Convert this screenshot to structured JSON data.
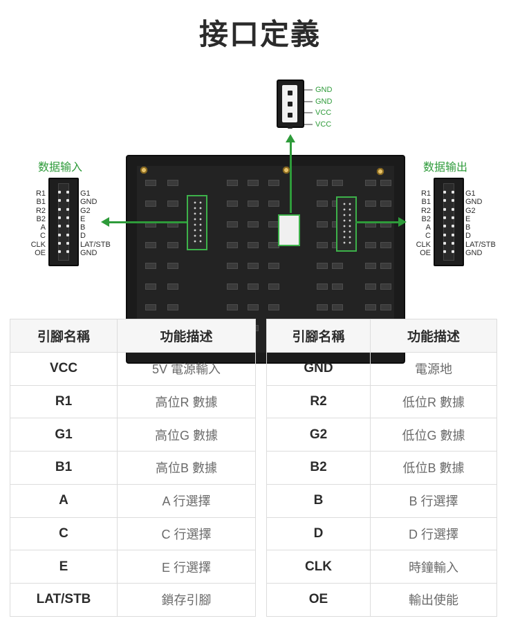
{
  "title": "接口定義",
  "input_label": "数据输入",
  "output_label": "数据输出",
  "power_pins": [
    "GND",
    "GND",
    "VCC",
    "VCC"
  ],
  "hub75_left_labels": [
    "R1",
    "B1",
    "R2",
    "B2",
    "A",
    "C",
    "CLK",
    "OE"
  ],
  "hub75_right_labels": [
    "G1",
    "GND",
    "G2",
    "E",
    "B",
    "D",
    "LAT/STB",
    "GND"
  ],
  "colors": {
    "accent_green": "#2e9b3a",
    "board": "#1b1b1b",
    "table_border": "#dcdcdc"
  },
  "table_headers": {
    "pin_name": "引腳名稱",
    "function": "功能描述"
  },
  "left_table": [
    {
      "pin": "VCC",
      "desc": "5V 電源輸入"
    },
    {
      "pin": "R1",
      "desc": "高位R 數據"
    },
    {
      "pin": "G1",
      "desc": "高位G 數據"
    },
    {
      "pin": "B1",
      "desc": "高位B 數據"
    },
    {
      "pin": "A",
      "desc": "A 行選擇"
    },
    {
      "pin": "C",
      "desc": "C 行選擇"
    },
    {
      "pin": "E",
      "desc": "E 行選擇"
    },
    {
      "pin": "LAT/STB",
      "desc": "鎖存引腳"
    }
  ],
  "right_table": [
    {
      "pin": "GND",
      "desc": "電源地"
    },
    {
      "pin": "R2",
      "desc": "低位R 數據"
    },
    {
      "pin": "G2",
      "desc": "低位G 數據"
    },
    {
      "pin": "B2",
      "desc": "低位B 數據"
    },
    {
      "pin": "B",
      "desc": "B 行選擇"
    },
    {
      "pin": "D",
      "desc": "D 行選擇"
    },
    {
      "pin": "CLK",
      "desc": "時鐘輸入"
    },
    {
      "pin": "OE",
      "desc": "輸出使能"
    }
  ]
}
